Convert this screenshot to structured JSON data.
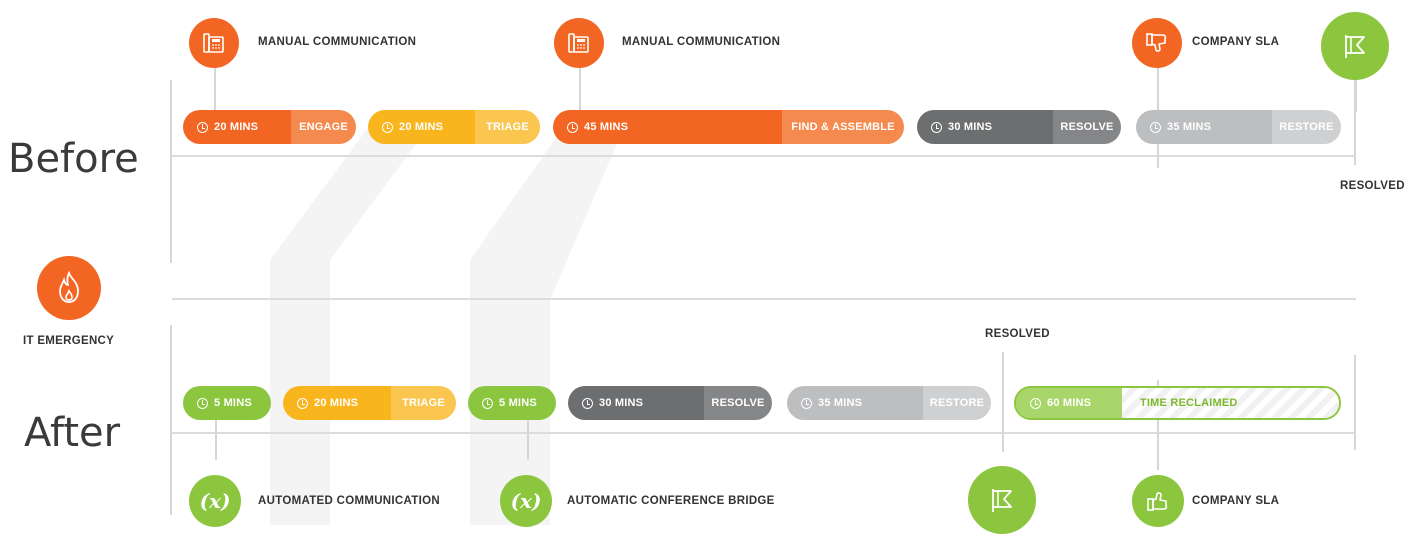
{
  "row_labels": {
    "before": "Before",
    "after": "After"
  },
  "emergency": {
    "label": "IT EMERGENCY",
    "icon": "flame-icon"
  },
  "before": {
    "events": [
      {
        "label": "MANUAL COMMUNICATION",
        "icon": "phone-icon"
      },
      {
        "label": "MANUAL COMMUNICATION",
        "icon": "phone-icon"
      },
      {
        "label": "COMPANY SLA",
        "icon": "thumbs-down-icon"
      }
    ],
    "resolved_label": "RESOLVED",
    "resolved_icon": "flag-icon",
    "phases": [
      {
        "time": "20 MINS",
        "name": "ENGAGE"
      },
      {
        "time": "20 MINS",
        "name": "TRIAGE"
      },
      {
        "time": "45 MINS",
        "name": "FIND & ASSEMBLE"
      },
      {
        "time": "30 MINS",
        "name": "RESOLVE"
      },
      {
        "time": "35 MINS",
        "name": "RESTORE"
      }
    ]
  },
  "after": {
    "events": [
      {
        "label": "AUTOMATED COMMUNICATION",
        "icon": "variable-x-icon"
      },
      {
        "label": "AUTOMATIC CONFERENCE BRIDGE",
        "icon": "variable-x-icon"
      },
      {
        "label": "COMPANY SLA",
        "icon": "thumbs-up-icon"
      }
    ],
    "resolved_label": "RESOLVED",
    "resolved_icon": "flag-icon",
    "phases": [
      {
        "time": "5 MINS"
      },
      {
        "time": "20 MINS",
        "name": "TRIAGE"
      },
      {
        "time": "5 MINS"
      },
      {
        "time": "30 MINS",
        "name": "RESOLVE"
      },
      {
        "time": "35 MINS",
        "name": "RESTORE"
      },
      {
        "time": "60 MINS",
        "name": "TIME RECLAIMED"
      }
    ]
  },
  "colors": {
    "orange": "#f26522",
    "orange_light": "#f58a4e",
    "yellow": "#f9b51e",
    "yellow_light": "#fbc64f",
    "green": "#8cc63f",
    "green_light": "#a9d66a",
    "dark_gray": "#6d6e70",
    "dark_gray_light": "#858688",
    "light_gray": "#bcbec0",
    "light_gray_light": "#cfd0d2"
  }
}
